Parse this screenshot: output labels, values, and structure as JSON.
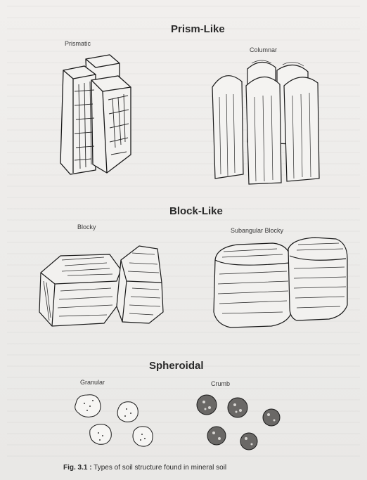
{
  "sections": {
    "prism": {
      "title": "Prism-Like",
      "types": [
        "Prismatic",
        "Columnar"
      ]
    },
    "block": {
      "title": "Block-Like",
      "types": [
        "Blocky",
        "Subangular Blocky"
      ]
    },
    "spheroid": {
      "title": "Spheroidal",
      "types": [
        "Granular",
        "Crumb"
      ]
    }
  },
  "caption": {
    "figure_number": "Fig. 3.1 :",
    "text": "Types of soil structure found in mineral soil"
  }
}
